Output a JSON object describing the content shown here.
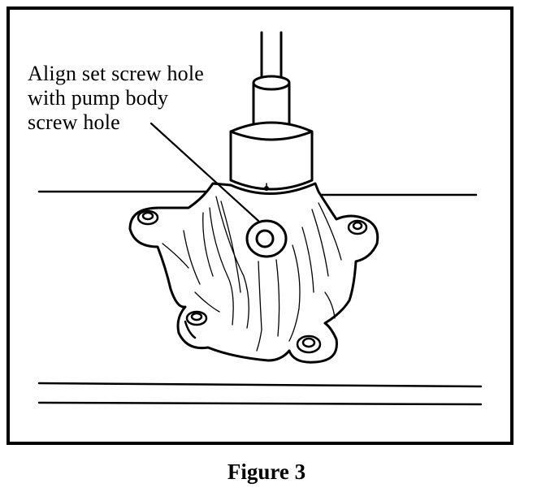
{
  "callout": {
    "line1": "Align set screw hole",
    "line2": "with pump body",
    "line3": "screw hole"
  },
  "caption": "Figure 3",
  "colors": {
    "ink": "#000000",
    "paper": "#ffffff"
  }
}
